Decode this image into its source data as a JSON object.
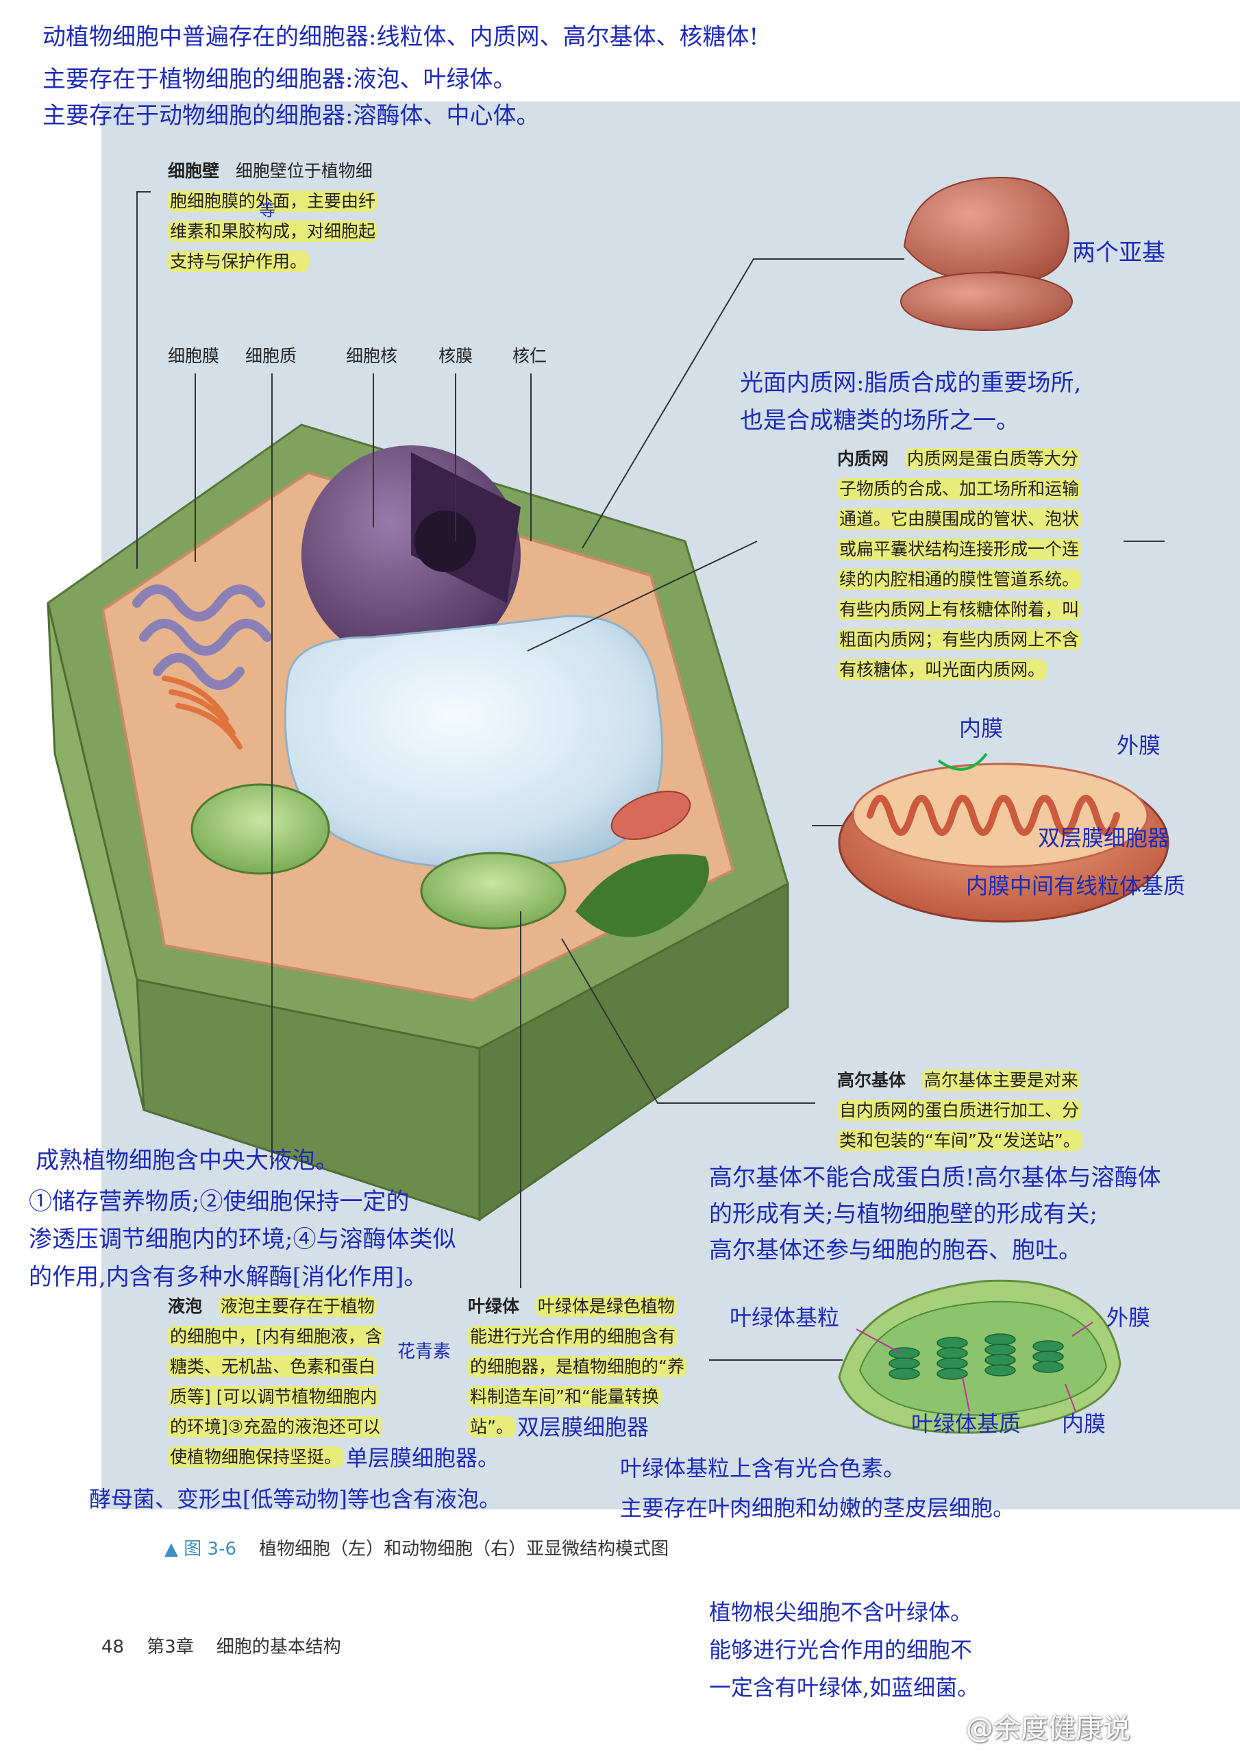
{
  "top_notes": [
    "动植物细胞中普遍存在的细胞器:线粒体、内质网、高尔基体、核糖体!",
    "主要存在于植物细胞的细胞器:液泡、叶绿体。",
    "主要存在于动物细胞的细胞器:溶酶体、中心体。"
  ],
  "cell_wall": {
    "title": "细胞壁",
    "lines": [
      "细胞壁位于植物细",
      "胞细胞膜的外面，主要由纤",
      "维素和果胶构成，对细胞起",
      "支持与保护作用。"
    ],
    "insert_mark": "等"
  },
  "top_labels": [
    "细胞膜",
    "细胞质",
    "细胞核",
    "核膜",
    "核仁"
  ],
  "ribosome_note": "两个亚基",
  "ser_note": [
    "光面内质网:脂质合成的重要场所,",
    "也是合成糖类的场所之一。"
  ],
  "er": {
    "title": "内质网",
    "lines": [
      "内质网是蛋白质等大分",
      "子物质的合成、加工场所和运输",
      "通道。它由膜围成的管状、泡状",
      "或扁平囊状结构连接形成一个连",
      "续的内腔相通的膜性管道系统。",
      "有些内质网上有核糖体附着，叫",
      "粗面内质网；有些内质网上不含",
      "有核糖体，叫光面内质网。"
    ]
  },
  "mito_notes": {
    "inner": "内膜",
    "outer": "外膜",
    "double": "双层膜细胞器",
    "matrix": "内膜中间有线粒体基质"
  },
  "golgi": {
    "title": "高尔基体",
    "lines": [
      "高尔基体主要是对来",
      "自内质网的蛋白质进行加工、分",
      "类和包装的“车间”及“发送站”。"
    ]
  },
  "golgi_notes": [
    "高尔基体不能合成蛋白质!高尔基体与溶酶体",
    "的形成有关;与植物细胞壁的形成有关;",
    "高尔基体还参与细胞的胞吞、胞吐。"
  ],
  "vacuole_notes": [
    "成熟植物细胞含中央大液泡。",
    "①储存营养物质;②使细胞保持一定的",
    "渗透压调节细胞内的环境;④与溶酶体类似",
    "的作用,内含有多种水解酶[消化作用]。"
  ],
  "vacuole": {
    "title": "液泡",
    "lines": [
      "液泡主要存在于植物",
      "的细胞中，[内有细胞液，含",
      "糖类、无机盐、色素和蛋白",
      "质等] [可以调节植物细胞内",
      "的环境]③充盈的液泡还可以",
      "使植物细胞保持坚挺。"
    ],
    "side_note": "花青素",
    "single": "单层膜细胞器。"
  },
  "vacuole_bottom": "酵母菌、变形虫[低等动物]等也含有液泡。",
  "chloroplast": {
    "title": "叶绿体",
    "lines": [
      "叶绿体是绿色植物",
      "能进行光合作用的细胞含有",
      "的细胞器，是植物细胞的“养",
      "料制造车间”和“能量转换",
      "站”。"
    ],
    "double": "双层膜细胞器"
  },
  "chloro_diagram": {
    "grana": "叶绿体基粒",
    "outer": "外膜",
    "stroma": "叶绿体基质",
    "inner": "内膜"
  },
  "chloro_notes": [
    "叶绿体基粒上含有光合色素。",
    "主要存在叶肉细胞和幼嫩的茎皮层细胞。"
  ],
  "caption": {
    "marker": "▲",
    "label": "图 3-6",
    "text": "植物细胞（左）和动物细胞（右）亚显微结构模式图"
  },
  "footer": {
    "page": "48",
    "chapter": "第3章",
    "chapter_title": "细胞的基本结构"
  },
  "bottom_notes": [
    "植物根尖细胞不含叶绿体。",
    "能够进行光合作用的细胞不",
    "一定含有叶绿体,如蓝细菌。"
  ],
  "watermark": "@余度健康说",
  "colors": {
    "panel": "#d5dfe8",
    "ink": "#1c2bb8",
    "highlight": "#e8ec7a",
    "cell_wall": "#7fa25c",
    "nucleus": "#6a4a78"
  }
}
